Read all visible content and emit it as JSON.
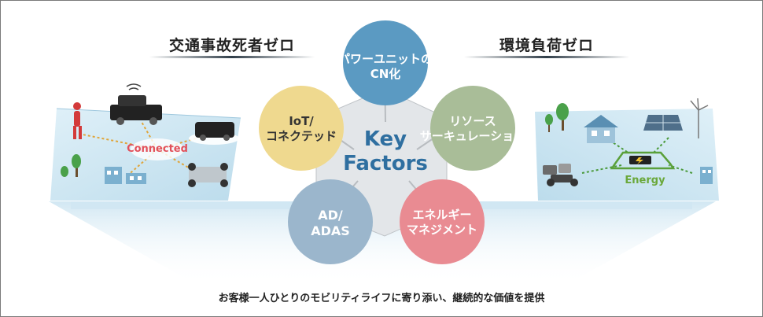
{
  "left_title": "交通事故死者ゼロ",
  "right_title": "環境負荷ゼロ",
  "center": {
    "line1": "Key",
    "line2": "Factors"
  },
  "factors": [
    {
      "line1": "パワーユニットの",
      "line2": "CN化"
    },
    {
      "line1": "リソース",
      "line2": "サーキュレーション"
    },
    {
      "line1": "エネルギー",
      "line2": "マネジメント"
    },
    {
      "line1": "AD/",
      "line2": "ADAS"
    },
    {
      "line1": "IoT/",
      "line2": "コネクテッド"
    }
  ],
  "left_panel": {
    "label": "Connected"
  },
  "right_panel": {
    "label": "Energy"
  },
  "caption": "お客様一人ひとりのモビリティライフに寄り添い、継続的な価値を提供",
  "colors": {
    "pale_blue": "#cfe6f2",
    "power_unit": "#5b9ac2",
    "resource": "#a9bd98",
    "energy": "#e98b92",
    "ad": "#9bb6cc",
    "iot": "#efd98f",
    "connected": "#e2505a",
    "energy_label": "#6aa83a"
  }
}
